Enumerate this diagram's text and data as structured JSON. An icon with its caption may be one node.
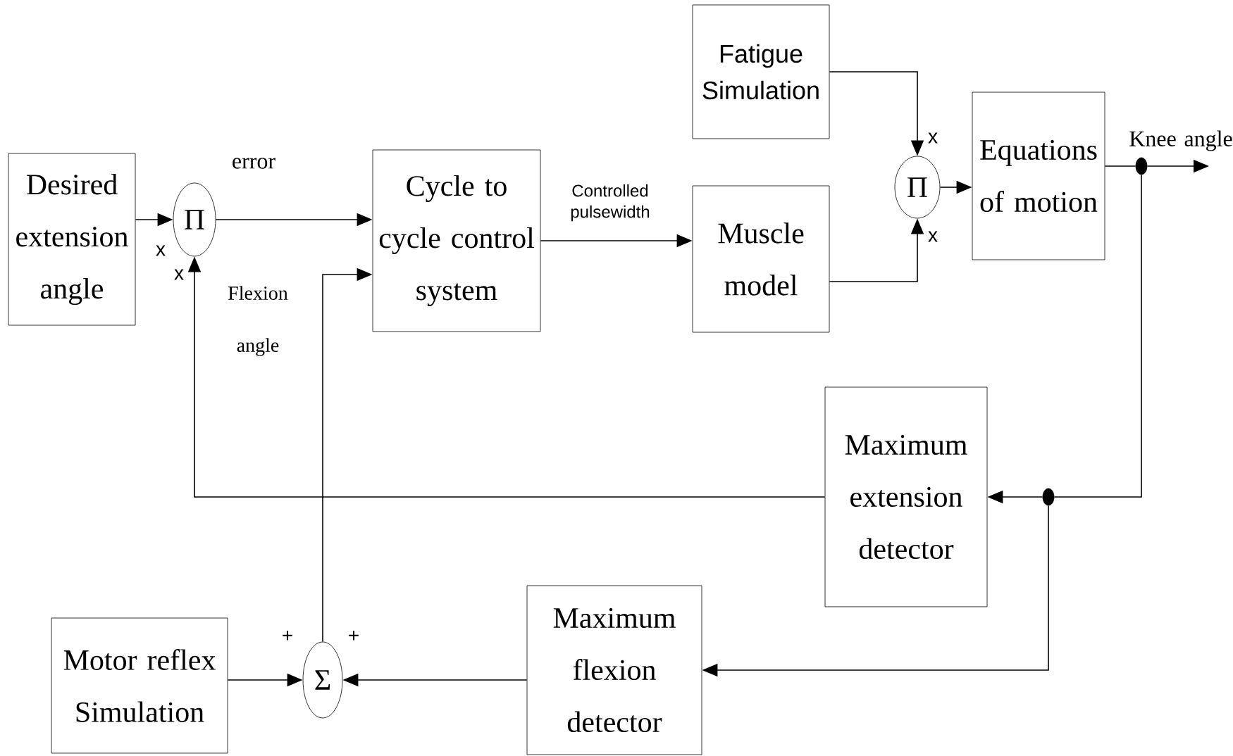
{
  "diagram": {
    "nodes": [
      {
        "text": [
          "Desired extension angle"
        ]
      },
      {
        "text": [
          "Π"
        ]
      },
      {
        "text": [
          "Cycle to cycle control system"
        ]
      },
      {
        "text": [
          "Fatigue Simulation"
        ]
      },
      {
        "text": [
          "Muscle model"
        ]
      },
      {
        "text": [
          "Π"
        ]
      },
      {
        "text": [
          "Equations of motion"
        ]
      },
      {
        "text": [],
        "shape": "circle"
      },
      {
        "text": [
          "Maximum extension detector"
        ]
      },
      {
        "text": [],
        "shape": "circle"
      },
      {
        "text": [
          "Maximum flexion detector"
        ]
      },
      {
        "text": [
          "Σ"
        ]
      },
      {
        "text": [
          "Motor reflex Simulation"
        ]
      }
    ],
    "edges": [
      {
        "from": 0,
        "to": 1,
        "arrow": "to"
      },
      {
        "from": 1,
        "to": 2,
        "arrow": "to",
        "label": "error"
      },
      {
        "from": 2,
        "to": 4,
        "arrow": "to",
        "label": "Controlled pulsewidth"
      },
      {
        "from": 3,
        "to": 5,
        "arrow": "to"
      },
      {
        "from": 4,
        "to": 5,
        "arrow": "to"
      },
      {
        "from": 5,
        "to": 6,
        "arrow": "to"
      },
      {
        "from": 6,
        "to": 7,
        "arrow": "none"
      },
      {
        "from": 7,
        "to": null,
        "arrow": "to",
        "label": "Knee angle"
      },
      {
        "from": 7,
        "to": 9,
        "arrow": "none"
      },
      {
        "from": 9,
        "to": 8,
        "arrow": "to"
      },
      {
        "from": 8,
        "to": 1,
        "arrow": "to"
      },
      {
        "from": 9,
        "to": 10,
        "arrow": "to"
      },
      {
        "from": 10,
        "to": 11,
        "arrow": "to"
      },
      {
        "from": 12,
        "to": 11,
        "arrow": "to"
      },
      {
        "from": 11,
        "to": 2,
        "arrow": "to",
        "label": "Flexion angle"
      }
    ],
    "labels": [
      "x",
      "x",
      "x",
      "x",
      "+",
      "+"
    ]
  }
}
